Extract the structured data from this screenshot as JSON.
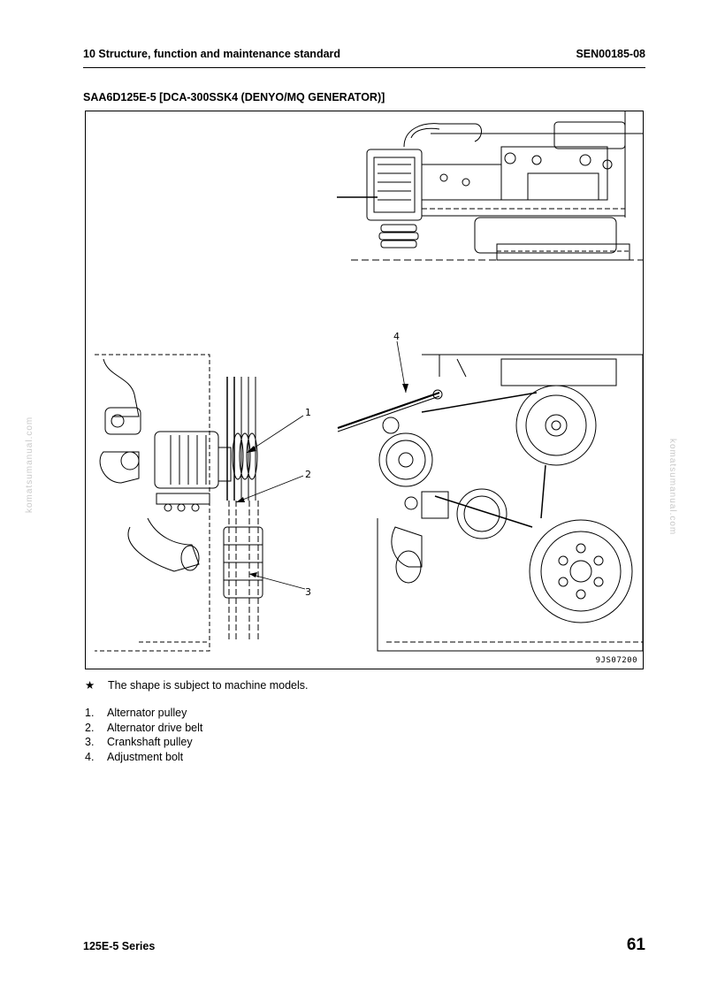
{
  "header": {
    "chapter": "10 Structure, function and maintenance standard",
    "doc_number": "SEN00185-08"
  },
  "section_title": "SAA6D125E-5 [DCA-300SSK4 (DENYO/MQ GENERATOR)]",
  "figure": {
    "code": "9JS07200",
    "callouts": [
      "1",
      "2",
      "3",
      "4"
    ]
  },
  "watermark": "komatsumanual.com",
  "note": {
    "symbol": "★",
    "text": "The shape is subject to machine models."
  },
  "parts": [
    {
      "num": "1.",
      "label": "Alternator pulley"
    },
    {
      "num": "2.",
      "label": "Alternator drive belt"
    },
    {
      "num": "3.",
      "label": "Crankshaft pulley"
    },
    {
      "num": "4.",
      "label": "Adjustment bolt"
    }
  ],
  "footer": {
    "series": "125E-5 Series",
    "page": "61"
  }
}
